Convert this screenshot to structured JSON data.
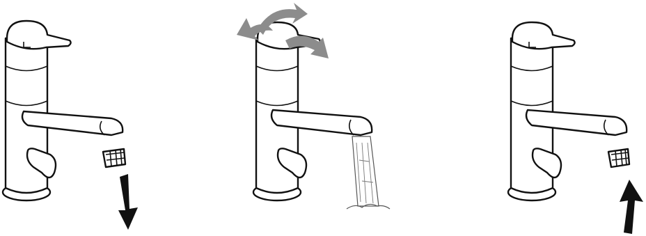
{
  "illustration": {
    "steps": [
      {
        "name": "remove-aerator",
        "arrow_direction": "down"
      },
      {
        "name": "flush-water",
        "arrow_direction": "rotate"
      },
      {
        "name": "refit-aerator",
        "arrow_direction": "up"
      }
    ],
    "colors": {
      "line": "#111111",
      "fill": "#ffffff",
      "rotate_arrow": "#8c8c8c",
      "water": "#555555"
    }
  }
}
